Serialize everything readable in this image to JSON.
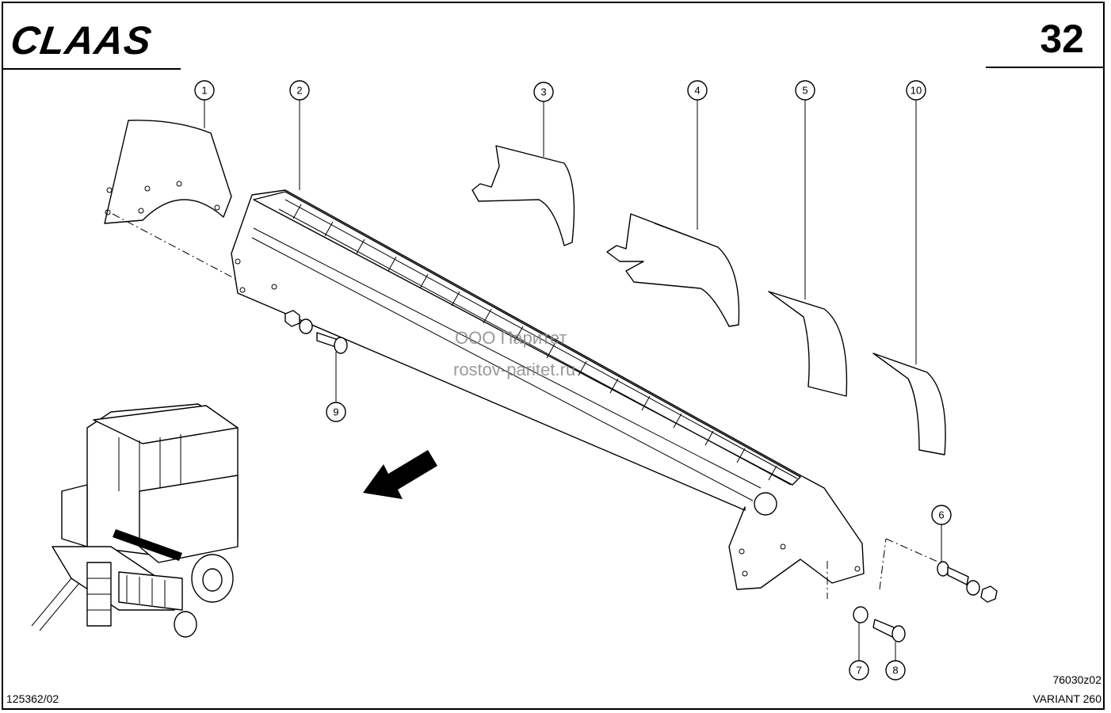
{
  "header": {
    "brand": "CLAAS",
    "page_number": "32"
  },
  "footer": {
    "doc_code": "125362/02",
    "drawing_code": "76030z02",
    "model": "VARIANT 260"
  },
  "watermark": {
    "line1": "ООО Паритет",
    "line2": "rostov-paritet.ru"
  },
  "callouts": [
    "1",
    "2",
    "3",
    "4",
    "5",
    "10",
    "9",
    "6",
    "7",
    "8"
  ]
}
